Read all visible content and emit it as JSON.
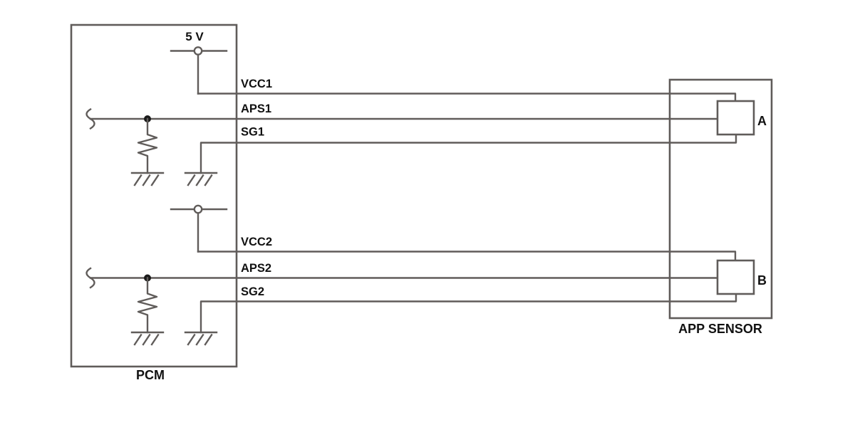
{
  "diagram": {
    "kind": "wiring-diagram",
    "colors": {
      "wire": "#605c5a",
      "text": "#111111",
      "background": "#ffffff"
    },
    "pcm": {
      "label": "PCM",
      "supply_label": "5 V"
    },
    "app_sensor": {
      "label": "APP SENSOR"
    },
    "circuits": [
      {
        "vcc": "VCC1",
        "aps": "APS1",
        "sg": "SG1",
        "connector": "A"
      },
      {
        "vcc": "VCC2",
        "aps": "APS2",
        "sg": "SG2",
        "connector": "B"
      }
    ]
  }
}
